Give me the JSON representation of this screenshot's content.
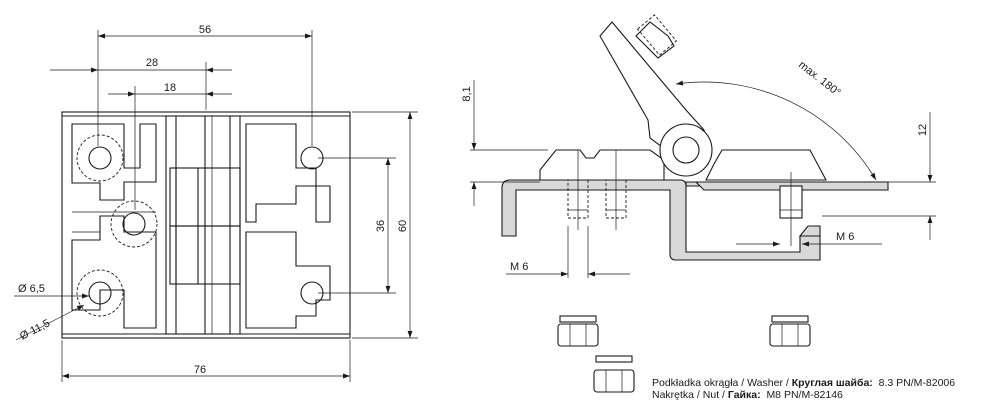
{
  "front_view": {
    "dims": {
      "d56": "56",
      "d28": "28",
      "d18": "18",
      "d76": "76",
      "d36": "36",
      "d60": "60",
      "hole_dia": "Ø 6,5",
      "cbore_dia": "Ø 11,5"
    }
  },
  "side_view": {
    "dims": {
      "d81": "8,1",
      "d12": "12",
      "max_angle": "max. 180°",
      "thread_left": "M 6",
      "thread_right": "M 6"
    }
  },
  "legend": {
    "washer_pl": "Podkładka okrągła",
    "sep1": " / ",
    "washer_en": "Washer",
    "sep2": " / ",
    "washer_ru": "Круглая шайба:",
    "washer_std": "8.3 PN/M-82006",
    "nut_pl": "Nakrętka",
    "sep3": " / ",
    "nut_en": "Nut",
    "sep4": " / ",
    "nut_ru": "Гайка:",
    "nut_std": "M8 PN/M-82146"
  }
}
